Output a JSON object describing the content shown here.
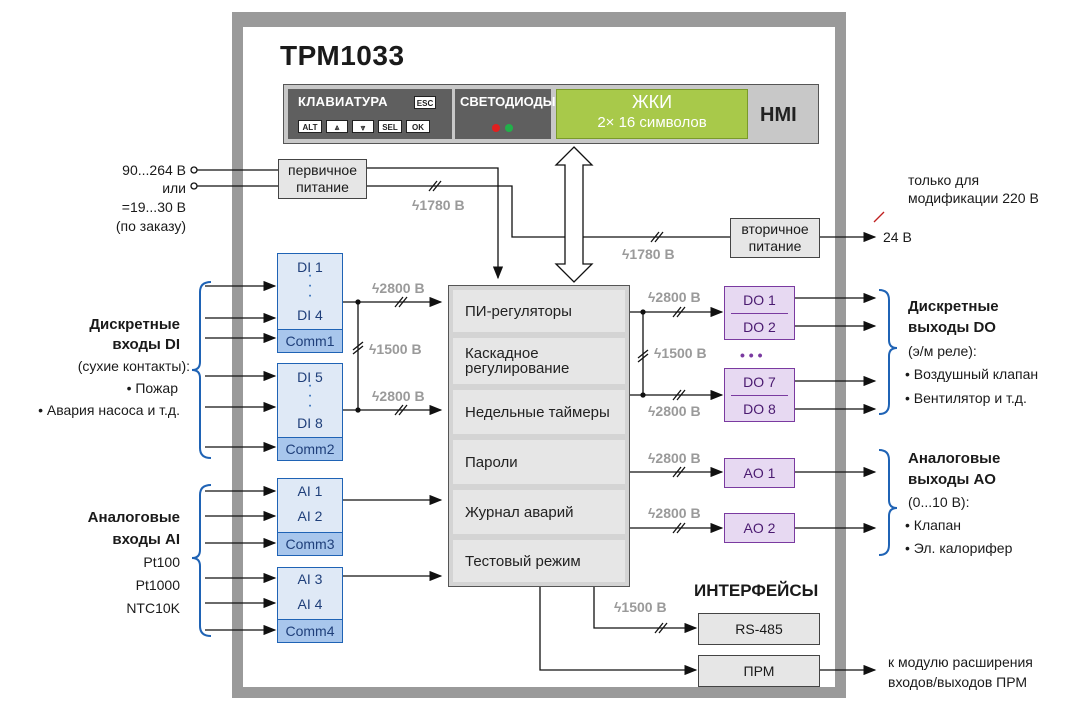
{
  "title": "ТРМ1033",
  "hmi": {
    "keyboard_title": "КЛАВИАТУРА",
    "keys_top": [
      "ESC"
    ],
    "keys_bottom": [
      "ALT",
      "⩓",
      "⩔",
      "SEL",
      "OK"
    ],
    "leds_title": "СВЕТОДИОДЫ",
    "lcd_title": "ЖКИ",
    "lcd_sub": "2× 16 символов",
    "label": "HMI",
    "led_colors": [
      "#e02020",
      "#22b04a"
    ]
  },
  "power": {
    "input_line1": "90...264 В",
    "input_line2": "или",
    "input_line3": "=19...30 В",
    "input_line4": "(по заказу)",
    "primary_l1": "первичное",
    "primary_l2": "питание",
    "secondary_l1": "вторичное",
    "secondary_l2": "питание",
    "output": "24 В",
    "note_l1": "только для",
    "note_l2": "модификации  220 В"
  },
  "voltages": {
    "v1780a": "1780 В",
    "v1780b": "1780 В",
    "v2800_di_top": "2800 В",
    "v1500_di": "1500 В",
    "v2800_di_bot": "2800 В",
    "v2800_do_top": "2800 В",
    "v1500_do": "1500 В",
    "v2800_do_bot": "2800 В",
    "v2800_ao1": "2800 В",
    "v2800_ao2": "2800 В",
    "v1500_rs": "1500 В"
  },
  "di": {
    "group1": [
      "DI 1",
      "DI 4",
      "Comm1"
    ],
    "group2": [
      "DI 5",
      "DI 8",
      "Comm2"
    ],
    "title_l1": "Дискретные",
    "title_l2": "входы DI",
    "desc_l1": "(сухие контакты):",
    "desc_l2": "• Пожар",
    "desc_l3": "• Авария насоса и т.д."
  },
  "ai": {
    "group1": [
      "AI 1",
      "AI 2",
      "Comm3"
    ],
    "group2": [
      "AI 3",
      "AI 4",
      "Comm4"
    ],
    "title_l1": "Аналоговые",
    "title_l2": "входы AI",
    "types": [
      "Pt100",
      "Pt1000",
      "NTC10K"
    ]
  },
  "core": {
    "items": [
      "ПИ-регуляторы",
      "Каскадное регулирование",
      "Недельные таймеры",
      "Пароли",
      "Журнал аварий",
      "Тестовый режим"
    ]
  },
  "do": {
    "group1": [
      "DO 1",
      "DO 2"
    ],
    "group2": [
      "DO 7",
      "DO 8"
    ],
    "ellipsis": "• • •",
    "title_l1": "Дискретные",
    "title_l2": "выходы DO",
    "desc_l1": "(э/м реле):",
    "desc_l2": "• Воздушный клапан",
    "desc_l3": "• Вентилятор и т.д."
  },
  "ao": {
    "items": [
      "AO 1",
      "AO 2"
    ],
    "title_l1": "Аналоговые",
    "title_l2": "выходы AO",
    "desc_l1": "(0...10 В):",
    "desc_l2": "• Клапан",
    "desc_l3": "• Эл. калорифер"
  },
  "interfaces": {
    "title": "ИНТЕРФЕЙСЫ",
    "rs485": "RS-485",
    "prm": "ПРМ",
    "prm_note_l1": "к модулю расширения",
    "prm_note_l2": "входов/выходов ПРМ"
  },
  "colors": {
    "blue": "#1f63b5",
    "purple": "#7a3aa0",
    "frame": "#9a9a9a",
    "lcd": "#a8c94a"
  }
}
